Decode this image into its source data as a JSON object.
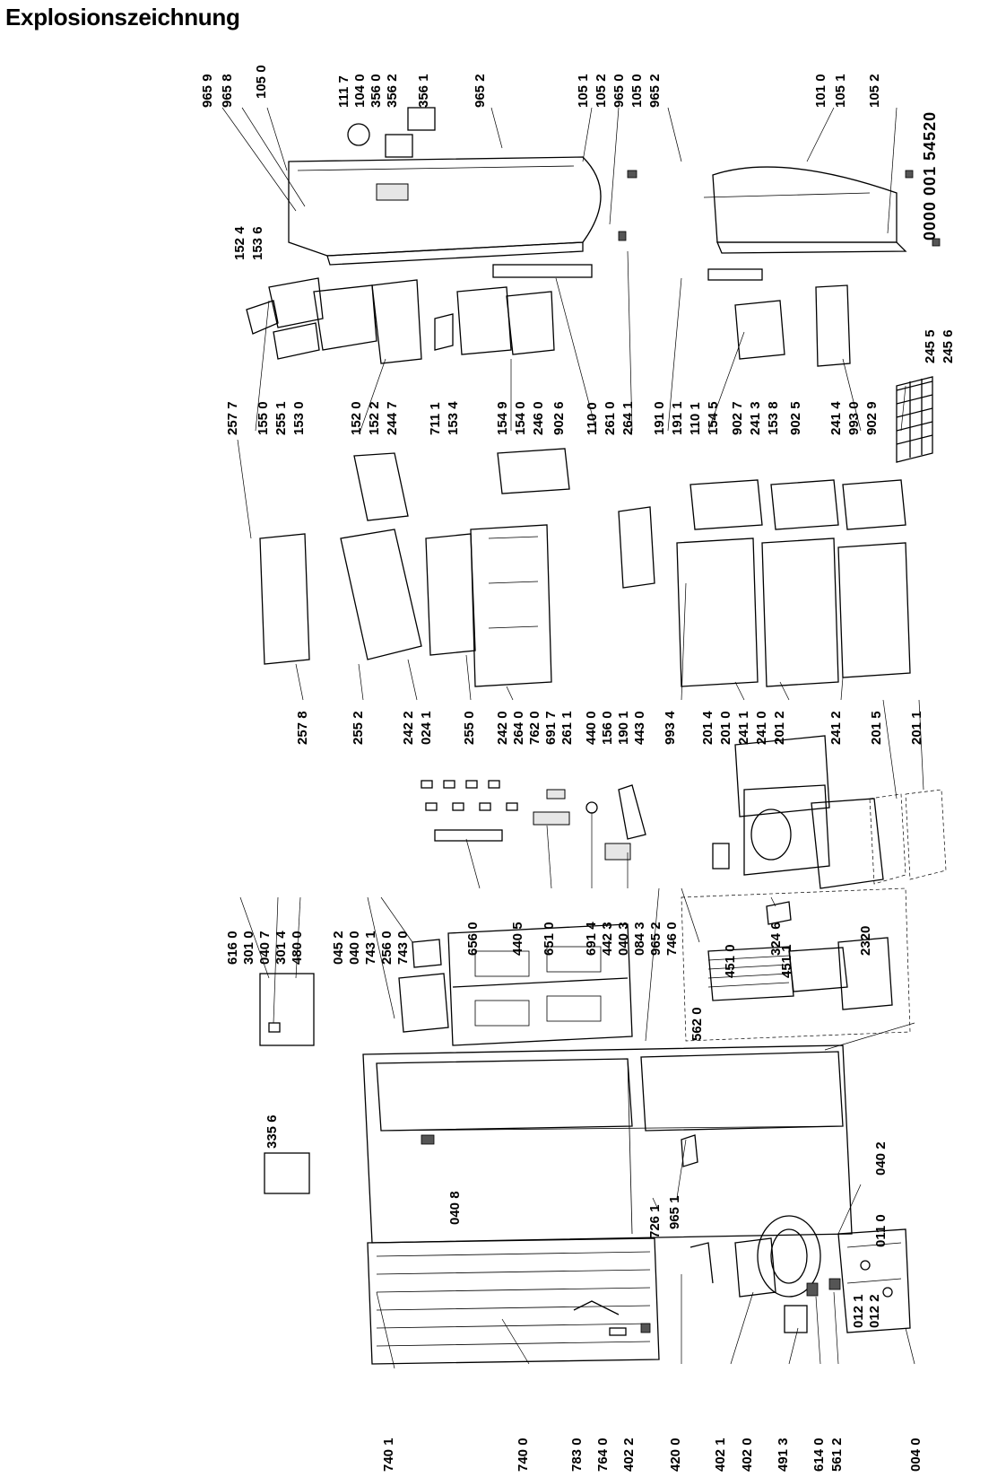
{
  "title": "Explosionszeichnung",
  "document_number": "0000 001 54520",
  "labels": [
    "965 9",
    "965 8",
    "105 0",
    "111 7",
    "104 0",
    "356 0",
    "356 2",
    "356 1",
    "965 2",
    "105 1",
    "105 2",
    "965 0",
    "105 0",
    "965 2",
    "101 0",
    "105 1",
    "105 2",
    "152 4",
    "153 6",
    "257 7",
    "155 0",
    "255 1",
    "153 0",
    "152 0",
    "152 2",
    "244 7",
    "711 1",
    "153 4",
    "154 9",
    "154 0",
    "246 0",
    "902 6",
    "110 0",
    "261 0",
    "264 1",
    "191 0",
    "191 1",
    "110 1",
    "154 5",
    "902 7",
    "241 3",
    "153 8",
    "902 5",
    "241 4",
    "993 0",
    "902 9",
    "245 5",
    "245 6",
    "257 8",
    "255 2",
    "242 2",
    "024 1",
    "255 0",
    "242 0",
    "264 0",
    "762 0",
    "691 7",
    "261 1",
    "440 0",
    "156 0",
    "190 1",
    "443 0",
    "993 4",
    "201 4",
    "201 0",
    "241 1",
    "241 0",
    "201 2",
    "241 2",
    "201 5",
    "201 1",
    "616 0",
    "301 0",
    "040 7",
    "301 4",
    "480 0",
    "045 2",
    "040 0",
    "743 1",
    "256 0",
    "743 0",
    "656 0",
    "440 5",
    "651 0",
    "691 4",
    "442 3",
    "040 3",
    "084 3",
    "965 2",
    "746 0",
    "451 0",
    "324 6",
    "451 1",
    "2320",
    "562 0",
    "335 6",
    "040 8",
    "726 1",
    "965 1",
    "040 2",
    "011 0",
    "012 1",
    "012 2",
    "740 1",
    "740 0",
    "783 0",
    "764 0",
    "402 2",
    "420 0",
    "402 1",
    "402 0",
    "491 3",
    "614 0",
    "561 2",
    "004 0"
  ]
}
